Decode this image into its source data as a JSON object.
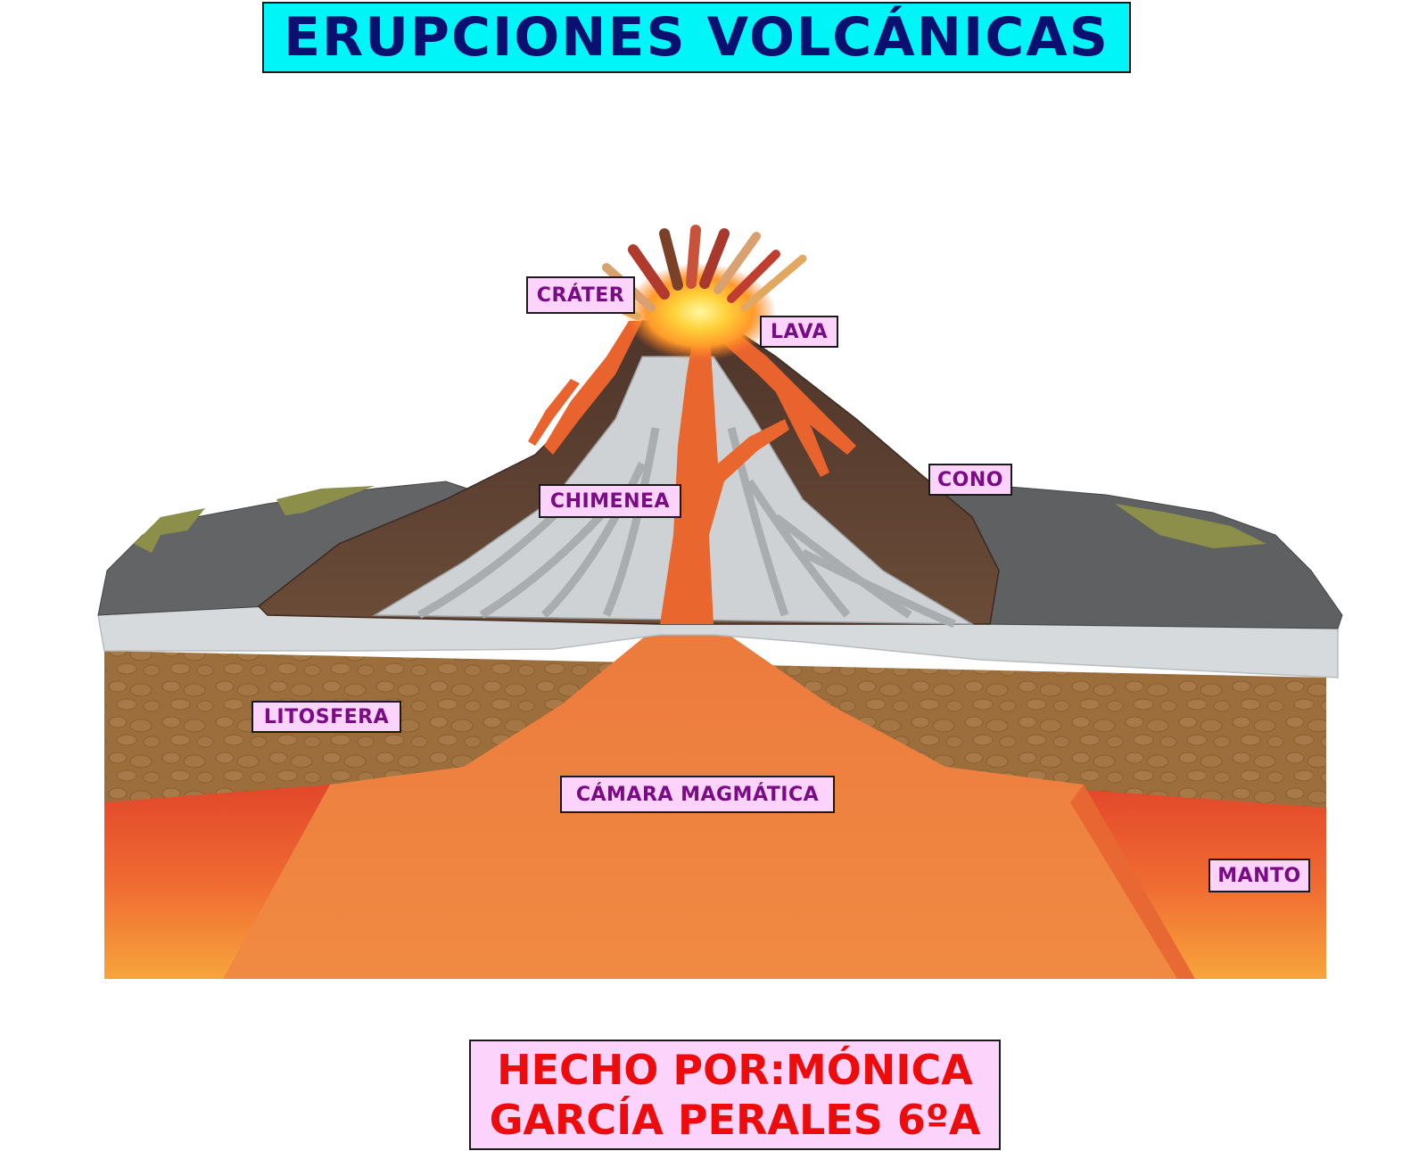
{
  "title": "ERUPCIONES VOLCÁNICAS",
  "labels": {
    "crater": "CRÁTER",
    "lava": "LAVA",
    "chimenea": "CHIMENEA",
    "cono": "CONO",
    "litosfera": "LITOSFERA",
    "camara": "CÁMARA MAGMÁTICA",
    "manto": "MANTO"
  },
  "credit": {
    "line1": "HECHO POR:MÓNICA",
    "line2": "GARCÍA PERALES 6ºA"
  },
  "colors": {
    "title_bg": "#00f5f8",
    "title_text": "#0a1070",
    "label_bg": "#fbd3fb",
    "label_text": "#7a0a86",
    "credit_text": "#ee0b0b",
    "magma": "#f07a3c",
    "mantle": "#e8542a",
    "lithosphere": "#9c6e3c",
    "ash_layer": "#d6dadc",
    "rock_grey": "#626466",
    "cone_brown": "#5c4030"
  }
}
